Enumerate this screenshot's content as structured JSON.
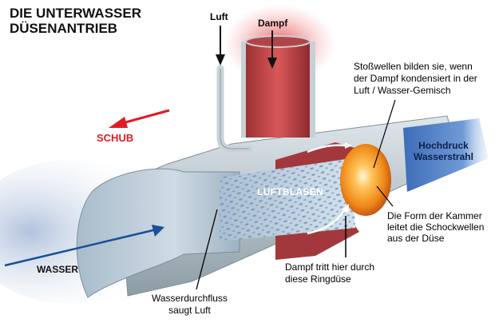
{
  "title": {
    "line1": "DIE UNTERWASSER",
    "line2": "DÜSENANTRIEB"
  },
  "labels": {
    "luft": "Luft",
    "dampf": "Dampf",
    "schub": "SCHUB",
    "luftblasen": "LUFTBLASEN",
    "wasser": "WASSER",
    "hochdruck_line1": "Hochdruck",
    "hochdruck_line2": "Wasserstrahl"
  },
  "annotations": {
    "stosswellen": {
      "line1": "Stoßwellen bilden sie, wenn",
      "line2": "der Dampf kondensiert in der",
      "line3": "Luft / Wasser-Gemisch"
    },
    "kammer": {
      "line1": "Die Form der Kammer",
      "line2": "leitet die Schockwellen",
      "line3": "aus der Düse"
    },
    "ringduese": {
      "line1": "Dampf tritt hier durch",
      "line2": "diese Ringdüse"
    },
    "wasserdurchfluss": {
      "line1": "Wasserdurchfluss",
      "line2": "saugt Luft"
    }
  },
  "colors": {
    "thrust_arrow": "#e01b24",
    "water_arrow": "#1a4f9a",
    "steam": "#c83a3a",
    "metal": "#b9c6cc",
    "shockwave": "#f59a1c",
    "jet": "#5f8fd0"
  }
}
